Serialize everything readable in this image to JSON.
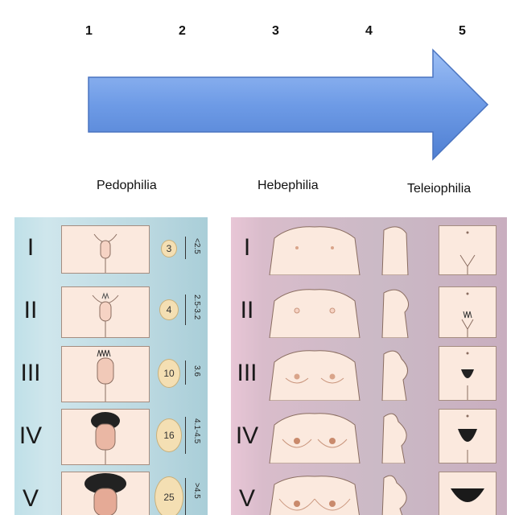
{
  "scale_numbers": [
    "1",
    "2",
    "3",
    "4",
    "5"
  ],
  "categories": {
    "pedophilia": "Pedophilia",
    "hebephilia": "Hebephilia",
    "teleiophilia": "Teleiophilia"
  },
  "arrow_color": "#6e9be6",
  "male_panel": {
    "stages": [
      {
        "roman": "I",
        "volume": "3",
        "size": "<2.5"
      },
      {
        "roman": "II",
        "volume": "4",
        "size": "2.5-3.2"
      },
      {
        "roman": "III",
        "volume": "10",
        "size": "3.6"
      },
      {
        "roman": "IV",
        "volume": "16",
        "size": "4.1-4.5"
      },
      {
        "roman": "V",
        "volume": "25",
        "size": ">4.5"
      }
    ]
  },
  "female_panel": {
    "stages": [
      {
        "roman": "I"
      },
      {
        "roman": "II"
      },
      {
        "roman": "III"
      },
      {
        "roman": "IV"
      },
      {
        "roman": "V"
      }
    ]
  }
}
